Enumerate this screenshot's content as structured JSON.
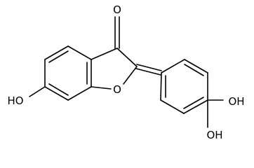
{
  "molecule": {
    "labels": {
      "carbonyl_oxygen": "O",
      "ring_oxygen": "O",
      "hydroxyl_left": "HO",
      "hydroxyl_right_upper": "OH",
      "hydroxyl_right_lower": "OH"
    }
  }
}
